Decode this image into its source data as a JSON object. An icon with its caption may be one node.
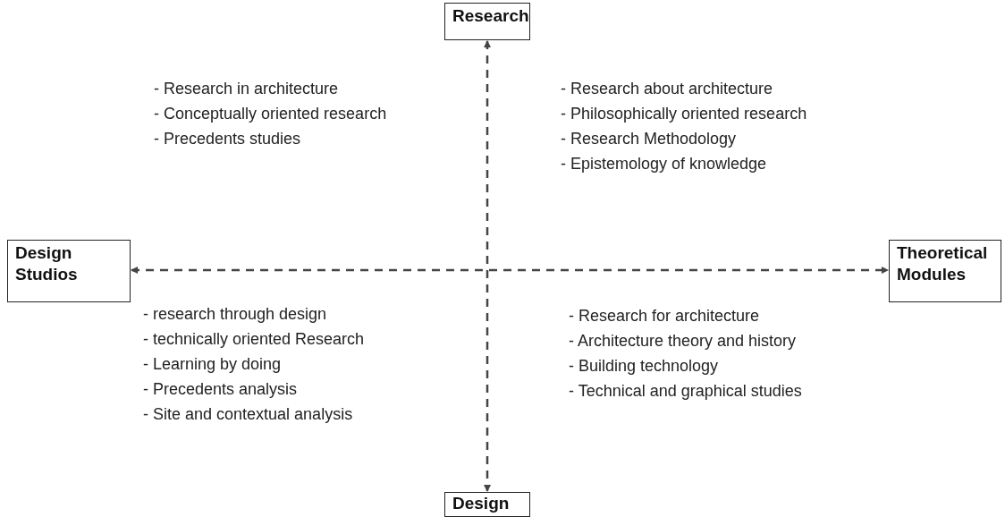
{
  "diagram": {
    "nodes": [
      {
        "text": [
          "Research"
        ]
      },
      {
        "text": [
          "Design Studios"
        ]
      },
      {
        "text": [
          "Theoretical Modules"
        ]
      },
      {
        "text": [
          "Design"
        ]
      }
    ],
    "edges": [
      {
        "from": 0,
        "to": 3,
        "arrow": "both",
        "style": "dashed"
      },
      {
        "from": 1,
        "to": 2,
        "arrow": "both",
        "style": "dashed"
      }
    ],
    "labels": [
      "- Research in architecture",
      "- Conceptually oriented research",
      "- Precedents studies",
      "- Research about architecture",
      "- Philosophically oriented research",
      "- Research Methodology",
      "- Epistemology of knowledge",
      "- research through design",
      "- technically oriented Research",
      "- Learning by doing",
      "- Precedents analysis",
      "- Site and contextual analysis",
      "- Research for architecture",
      "- Architecture theory and history",
      "- Building technology",
      "- Technical and graphical studies"
    ]
  }
}
